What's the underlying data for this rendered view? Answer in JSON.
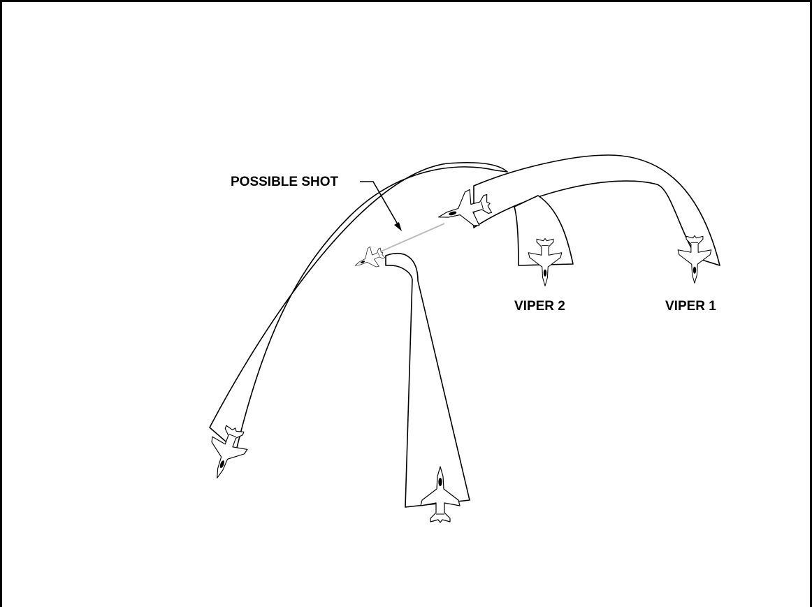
{
  "labels": {
    "possible_shot": "POSSIBLE SHOT",
    "viper_2": "VIPER 2",
    "viper_1": "VIPER 1"
  },
  "colors": {
    "line": "#000000",
    "shot_line": "#bbbbbb",
    "background": "#ffffff"
  }
}
